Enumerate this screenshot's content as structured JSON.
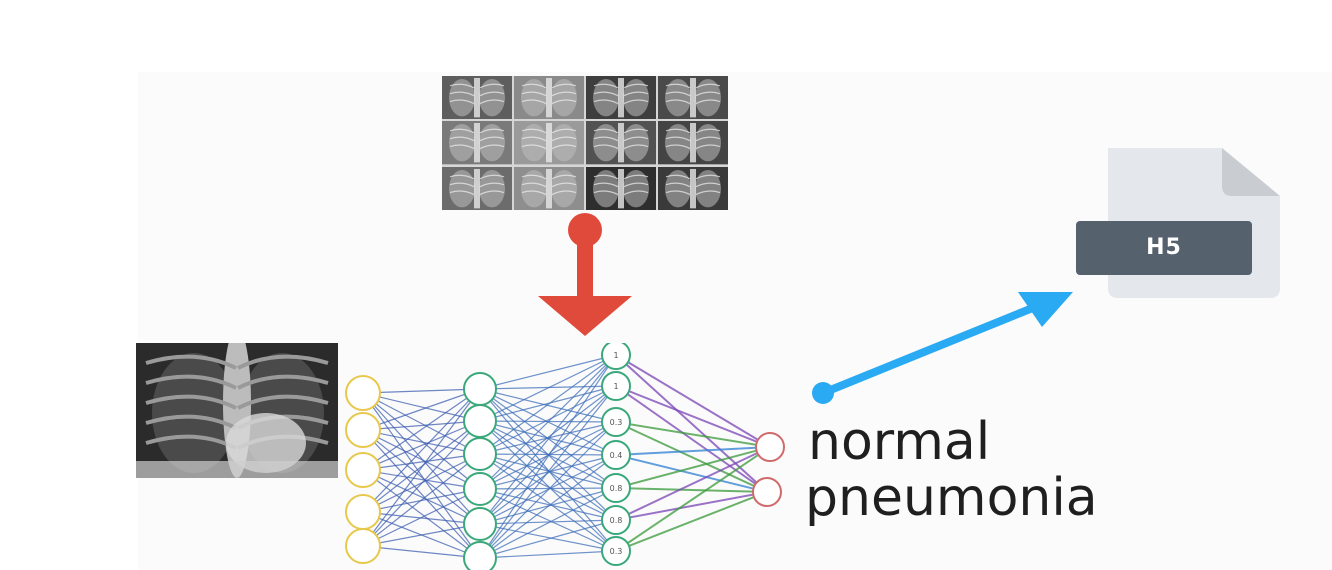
{
  "classes": {
    "normal": "normal",
    "pneumonia": "pneumonia"
  },
  "file_badge": "H5",
  "hidden_layer_values": [
    "1",
    "1",
    "0.3",
    "0.4",
    "0.8",
    "0.8",
    "0.3"
  ],
  "colors": {
    "red_arrow": "#e04a3a",
    "blue_arrow": "#2aaaf3",
    "input_nodes": "#e8c84a",
    "hidden_nodes": "#3aa87a",
    "output_nodes": "#d06a6a",
    "file_body": "#e4e7eb",
    "file_fold": "#c9cdd2",
    "file_badge": "#55616d"
  }
}
